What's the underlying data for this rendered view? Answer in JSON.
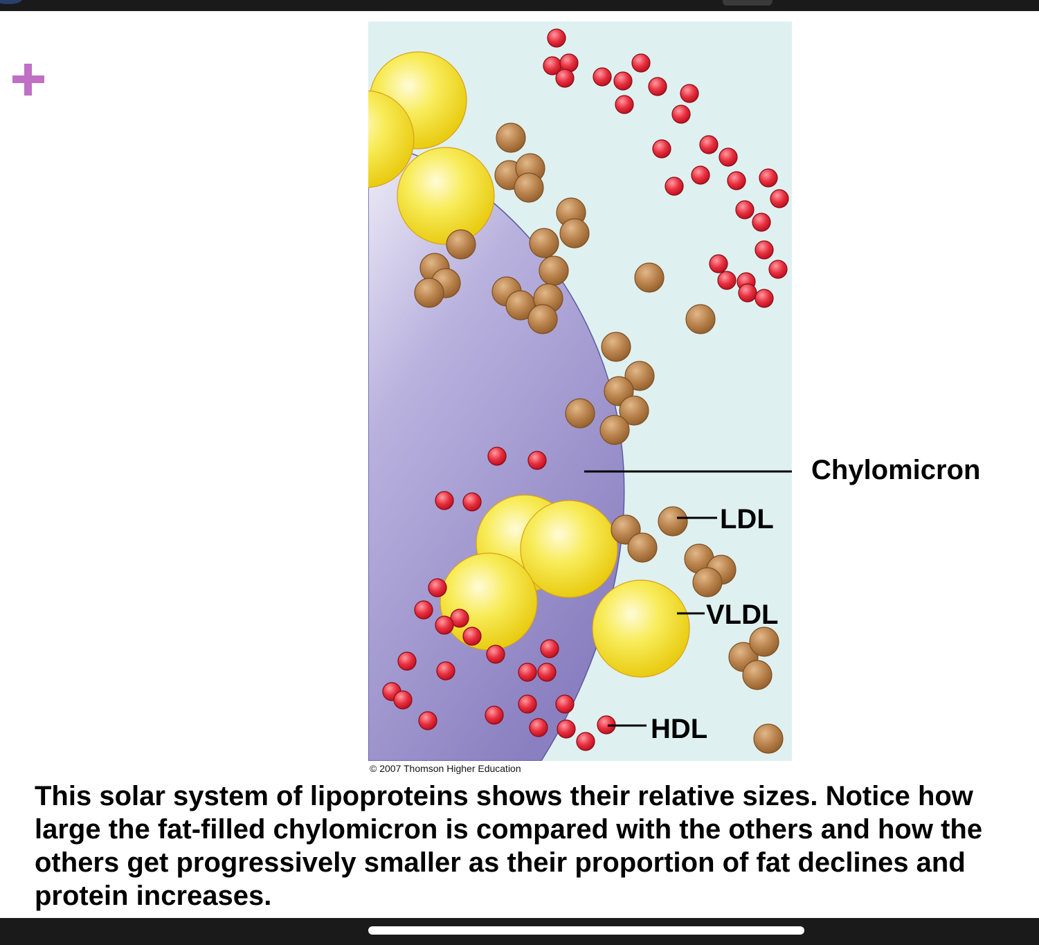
{
  "figure": {
    "labels": {
      "chylomicron": "Chylomicron",
      "ldl": "LDL",
      "vldl": "VLDL",
      "hdl": "HDL"
    },
    "credit": "© 2007 Thomson Higher Education",
    "colors": {
      "background": "#dff0f0",
      "chylomicron": "#a79cd2",
      "vldl": "#f4e33a",
      "ldl": "#b7814c",
      "hdl": "#e0303f"
    }
  },
  "caption": {
    "lines": [
      "This solar system of lipoproteins shows their relative sizes. Notice how",
      "large the fat-filled chylomicron is compared with the others and how the",
      "others get progressively smaller as their proportion of fat declines and",
      "protein increases."
    ]
  },
  "icons": {
    "add": "plus-icon"
  }
}
